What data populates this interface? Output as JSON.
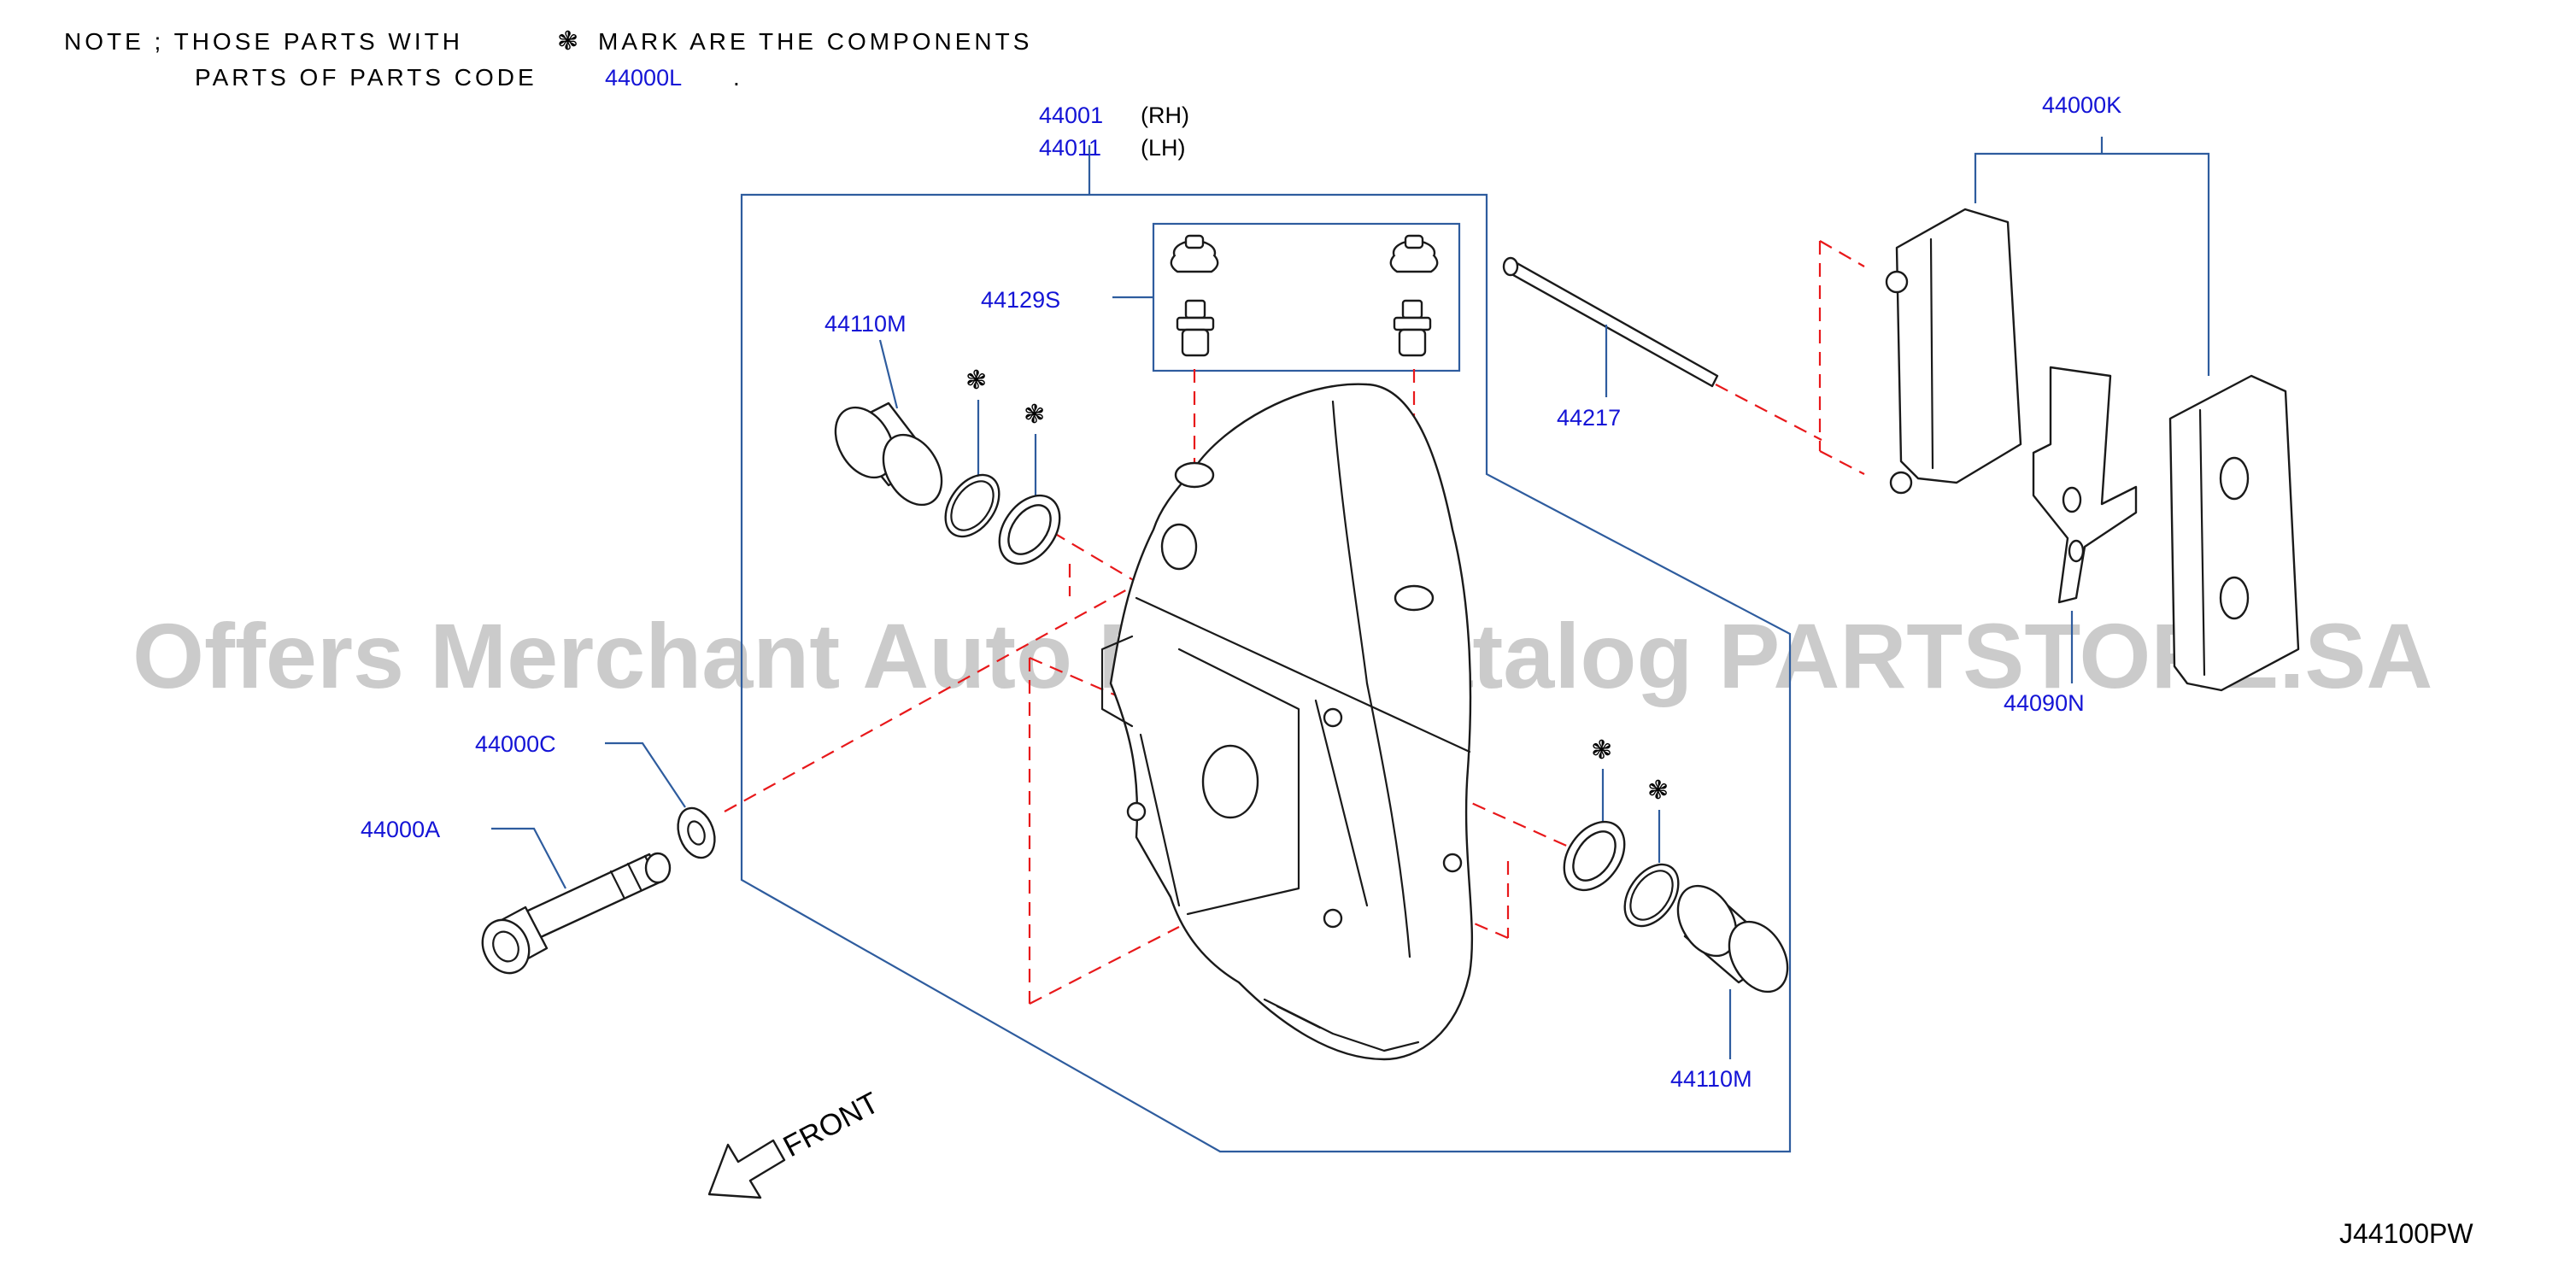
{
  "note": {
    "line1_a": "NOTE ; THOSE PARTS WITH",
    "line1_b": "MARK ARE THE COMPONENTS",
    "line2_a": "PARTS OF PARTS CODE",
    "line2_code": "44000L",
    "line2_end": "."
  },
  "mark_symbol": "❃",
  "labels": {
    "caliper_rh": "44001",
    "caliper_rh_sfx": "(RH)",
    "caliper_lh": "44011",
    "caliper_lh_sfx": "(LH)",
    "pad_kit": "44000K",
    "bleeder": "44129S",
    "piston_top": "44110M",
    "pin": "44217",
    "spring": "44090N",
    "washer": "44000C",
    "bolt": "44000A",
    "piston_bottom": "44110M"
  },
  "front_label": "FRONT",
  "diagram_code": "J44100PW",
  "watermark": "Offers Merchant Auto Parts Catalog PARTSTORE.SA",
  "colors": {
    "part_number": "#1414d6",
    "leader": "#2e5c9e",
    "dashed": "#e8181a"
  }
}
